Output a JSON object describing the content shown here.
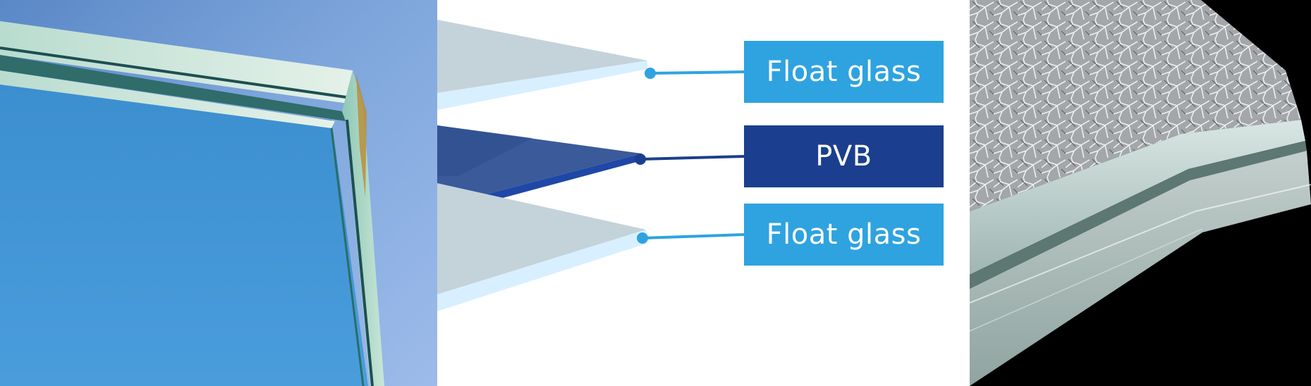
{
  "diagram": {
    "labels": {
      "top": "Float glass",
      "middle": "PVB",
      "bottom": "Float glass"
    }
  },
  "colors": {
    "float_glass_label": "#2ea3e0",
    "pvb_label": "#1b3f8e",
    "glass_layer_face": "#c4d2da",
    "glass_layer_edge": "#d8efff",
    "pvb_layer_face": "#3a5a9a",
    "pvb_layer_edge": "#1f47a6",
    "blue_photo_bg": "#3f8fd0",
    "right_photo_bg": "#000000"
  },
  "icons": {
    "left_photo": "laminated-glass-corner-photo",
    "right_photo": "cracked-laminated-glass-photo"
  }
}
